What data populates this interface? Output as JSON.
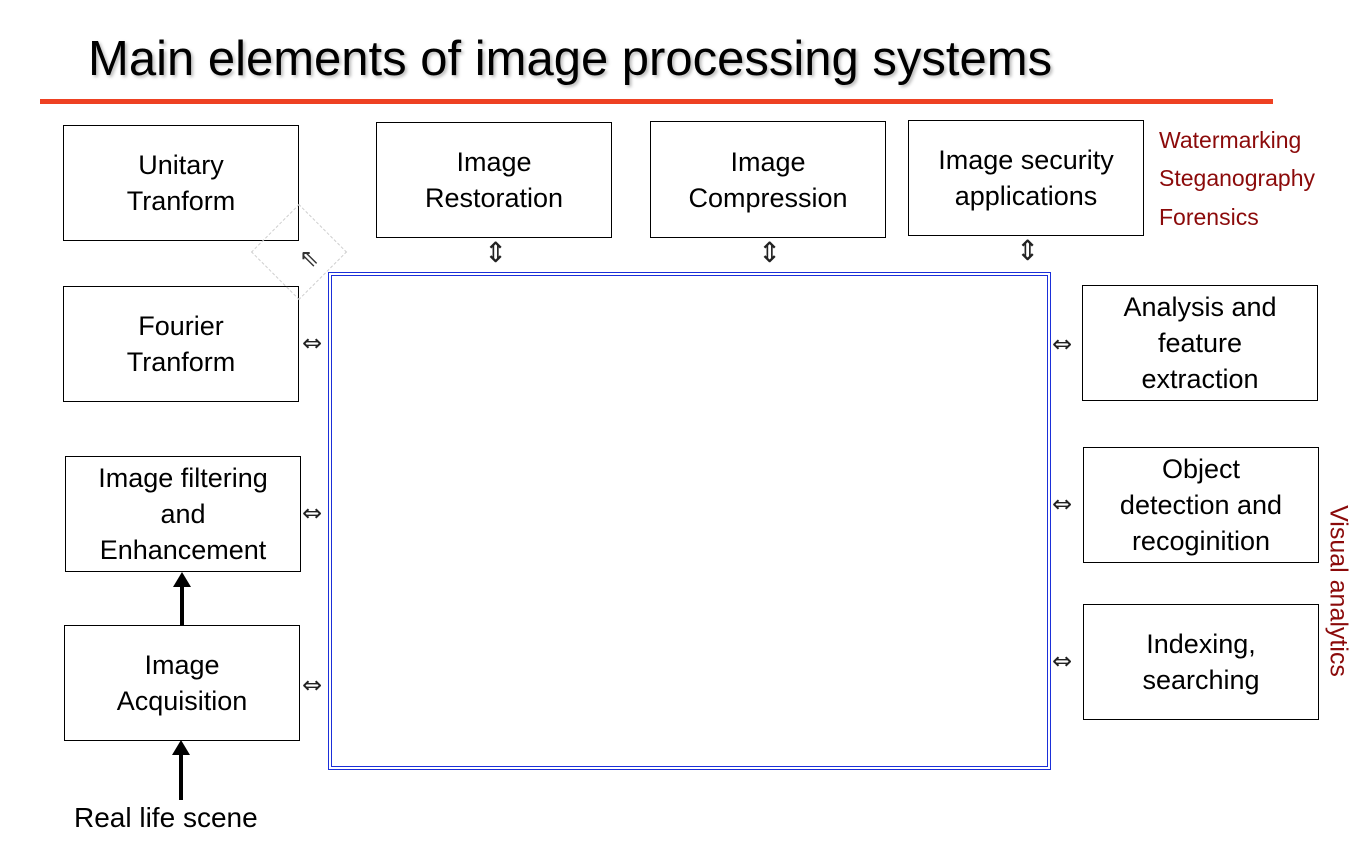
{
  "title": "Main elements of image processing systems",
  "colors": {
    "title_rule": "#ee4122",
    "core_border": "#1b2fd9",
    "accent_text": "#8b0a0a"
  },
  "boxes": {
    "unitary": "Unitary\nTranform",
    "fourier": "Fourier\nTranform",
    "filtering": "Image filtering\nand\nEnhancement",
    "acquisition": "Image\nAcquisition",
    "restoration": "Image\nRestoration",
    "compression": "Image\nCompression",
    "security": "Image security\napplications",
    "analysis": "Analysis and\nfeature\nextraction",
    "detection": "Object\ndetection and\nrecoginition",
    "indexing": "Indexing,\nsearching"
  },
  "security_applications": [
    "Watermarking",
    "Steganography",
    "Forensics"
  ],
  "visual_analytics_label": "Visual analytics",
  "input_label": "Real life scene",
  "icons": {
    "bidirectional_h": "left-right-arrow-icon",
    "bidirectional_v": "up-down-arrow-icon",
    "bidirectional_diag": "diagonal-arrow-icon",
    "flow_up": "up-arrow-icon"
  }
}
